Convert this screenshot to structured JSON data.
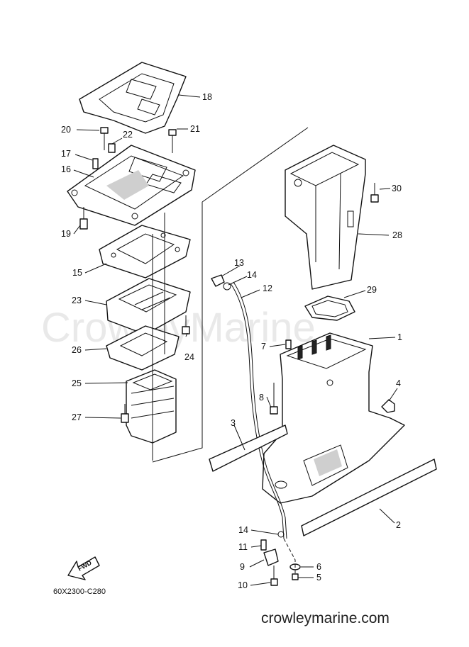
{
  "watermark": "CrowleyMarine",
  "footer": "crowleymarine.com",
  "diagram_code": "60X2300-C280",
  "fwd_label": "FWD",
  "callouts": {
    "c2": "2",
    "c3": "3",
    "c4": "4",
    "c5": "5",
    "c6": "6",
    "c7": "7",
    "c8": "8",
    "c9": "9",
    "c10": "10",
    "c11": "11",
    "c12": "12",
    "c13": "13",
    "c14a": "14",
    "c14b": "14",
    "c15": "15",
    "c16": "16",
    "c17": "17",
    "c18": "18",
    "c19": "19",
    "c20": "20",
    "c21": "21",
    "c22": "22",
    "c23": "23",
    "c24": "24",
    "c25": "25",
    "c26": "26",
    "c27": "27",
    "c28": "28",
    "c29": "29",
    "c30": "30",
    "c1": "1"
  }
}
